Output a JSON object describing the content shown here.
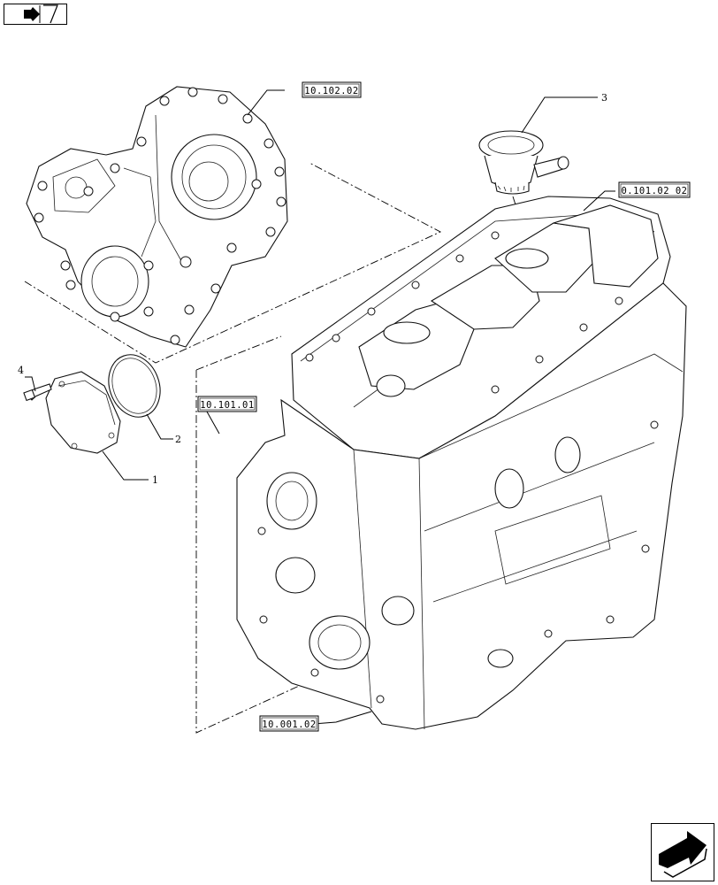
{
  "refs": {
    "timing_cover": "10.102.02",
    "cylinder_head": "0.101.02 02",
    "engine_block_left": "10.101.01",
    "engine_block_bottom": "10.001.02"
  },
  "callouts": {
    "cover": "1",
    "o_ring": "2",
    "breather": "3",
    "bolt": "4"
  },
  "icons": {
    "top_nav": "arrow-right-icon",
    "bottom_nav": "arrow-next-page-icon"
  }
}
